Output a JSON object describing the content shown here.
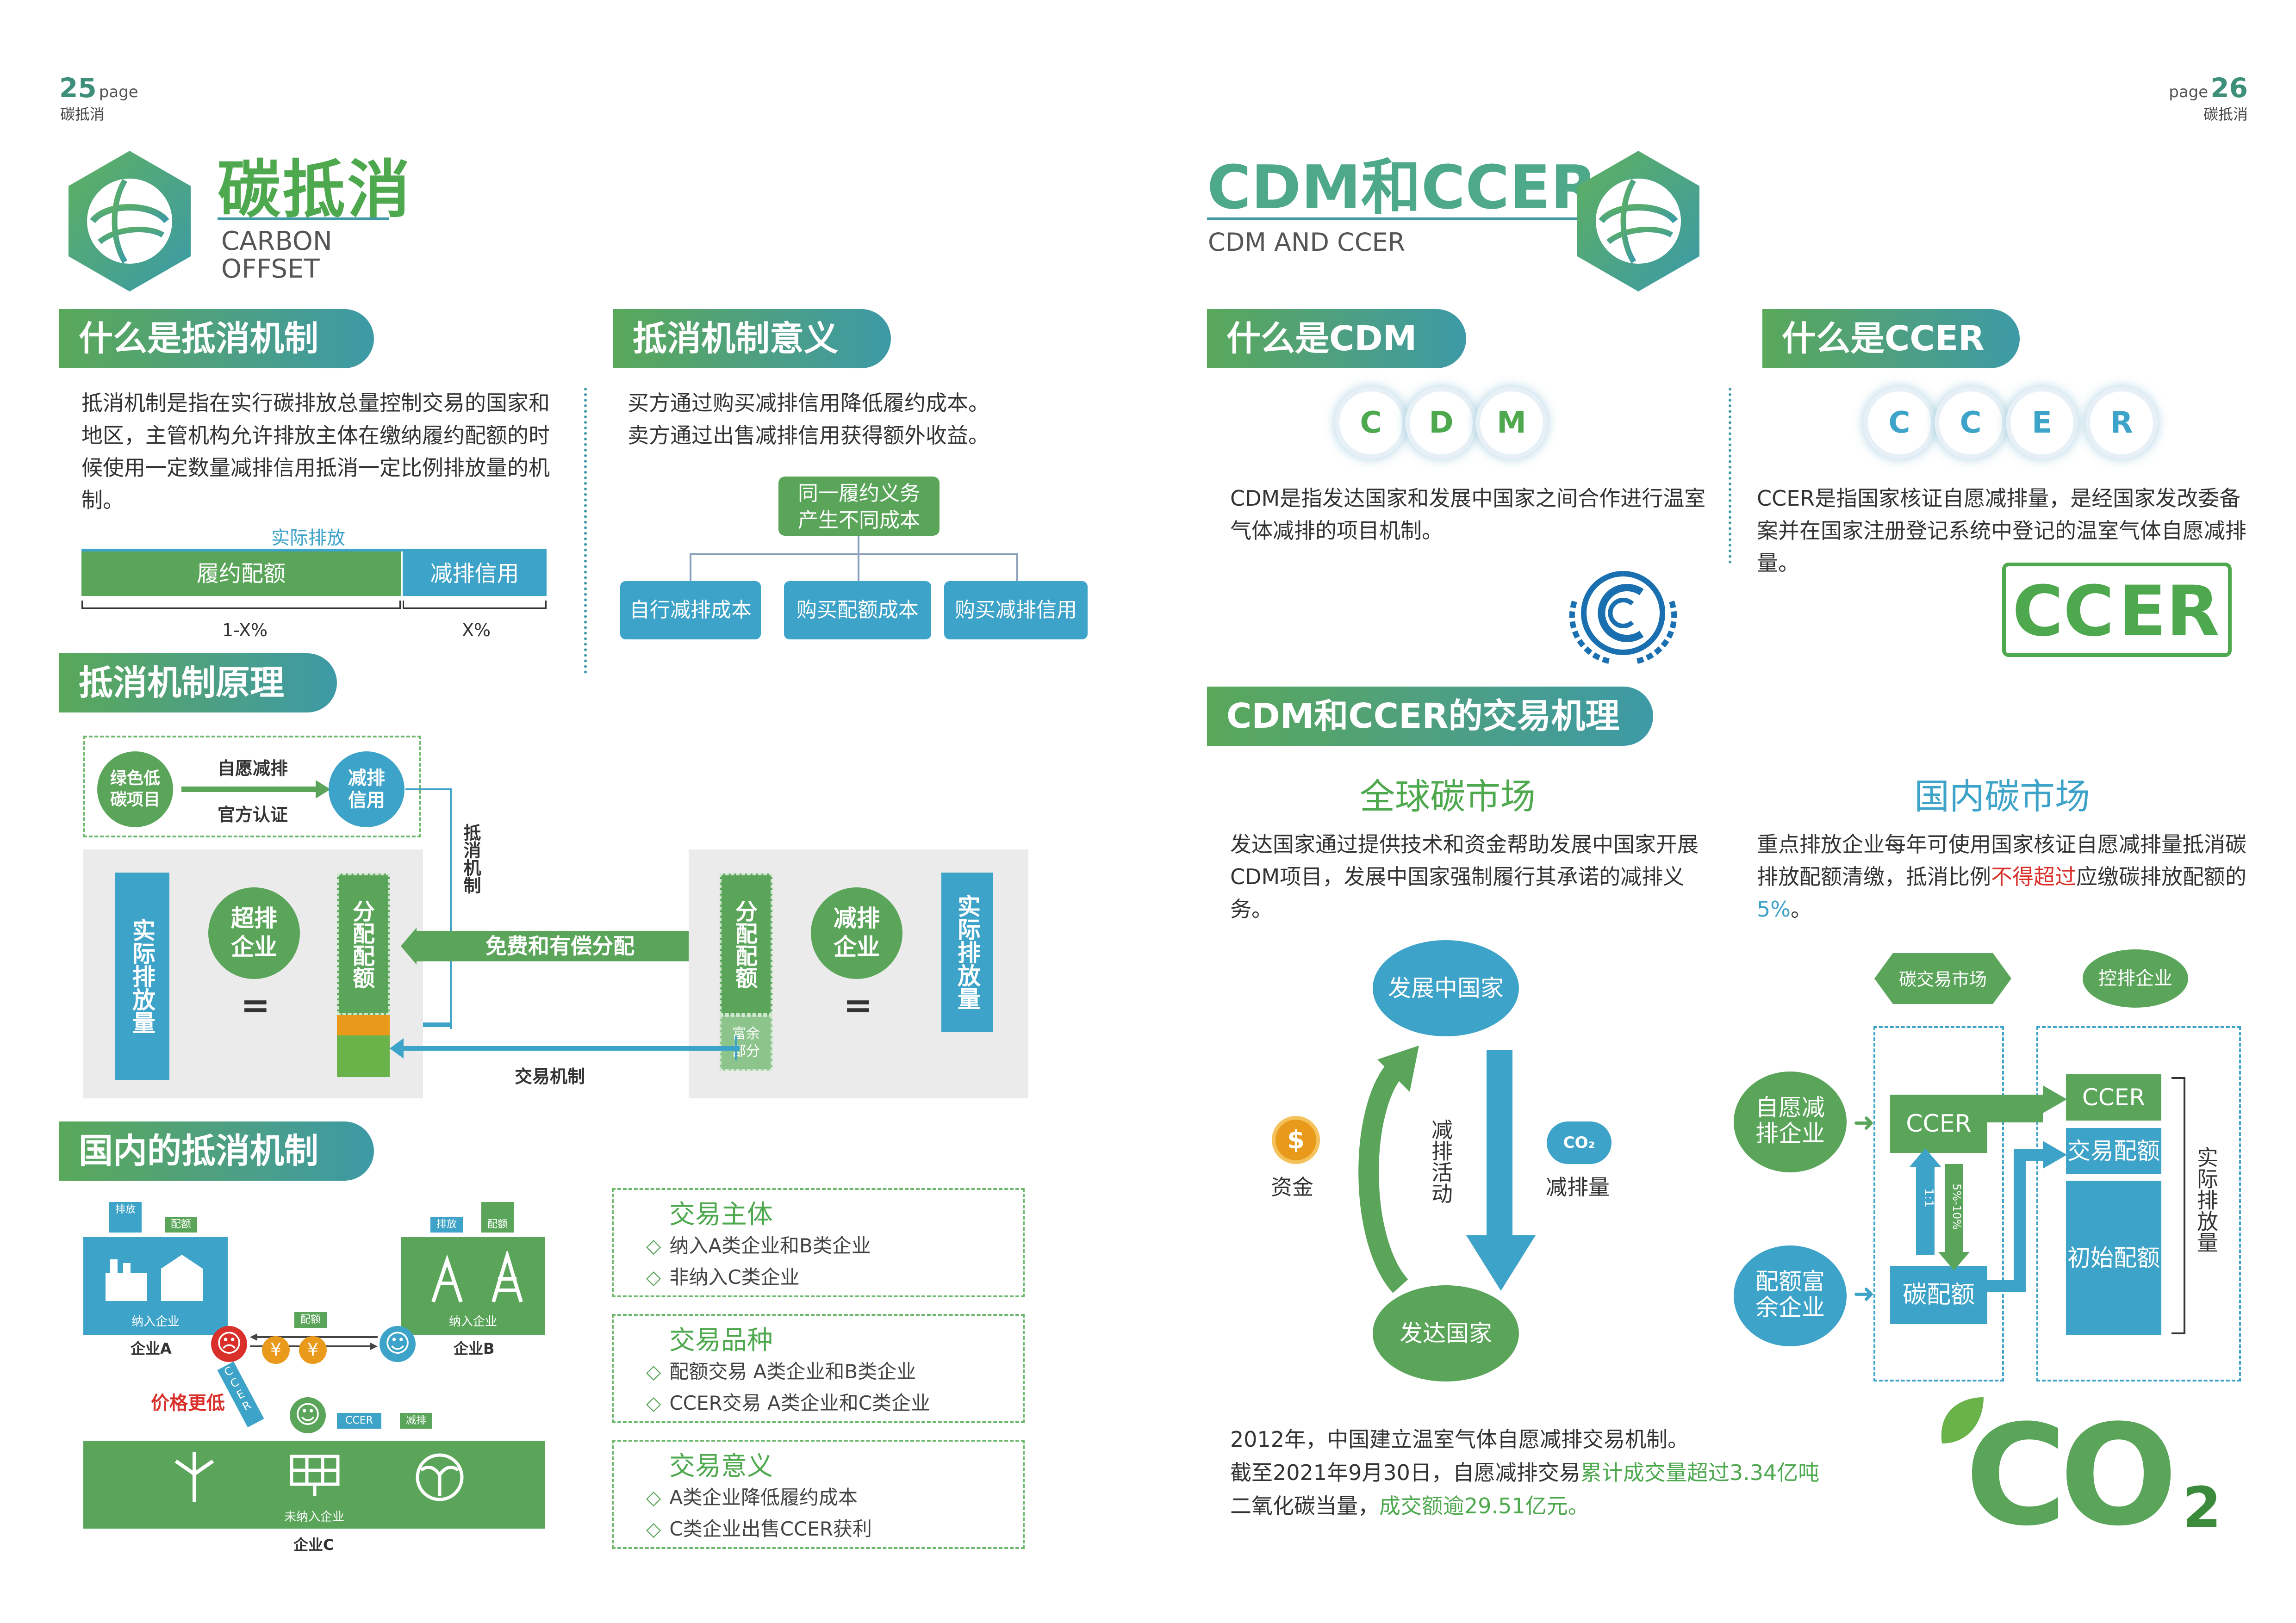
{
  "header": {
    "left_page_num": "25",
    "left_page_word": "page",
    "left_section": "碳抵消",
    "right_page_num": "26",
    "right_page_word": "page",
    "right_section": "碳抵消"
  },
  "left": {
    "title": "碳抵消",
    "subtitle_line1": "CARBON",
    "subtitle_line2": "OFFSET",
    "what": {
      "heading": "什么是抵消机制",
      "text": "抵消机制是指在实行碳排放总量控制交易的国家和地区，主管机构允许排放主体在缴纳履约配额的时候使用一定数量减排信用抵消一定比例排放量的机制。",
      "bar_top": "实际排放",
      "bar_left": "履约配额",
      "bar_right": "减排信用",
      "bar_left_pct": "1-X%",
      "bar_right_pct": "X%"
    },
    "meaning": {
      "heading": "抵消机制意义",
      "line1": "买方通过购买减排信用降低履约成本。",
      "line2": "卖方通过出售减排信用获得额外收益。",
      "root_line1": "同一履约义务",
      "root_line2": "产生不同成本",
      "branches": [
        "自行减排成本",
        "购买配额成本",
        "购买减排信用"
      ]
    },
    "principle": {
      "heading": "抵消机制原理",
      "green_project_line1": "绿色低",
      "green_project_line2": "碳项目",
      "arrow_top": "自愿减排",
      "arrow_bottom": "官方认证",
      "credit_line1": "减排",
      "credit_line2": "信用",
      "offset_mech": "抵消机制",
      "actual_emission": "实际排放量",
      "over_line1": "超排",
      "over_line2": "企业",
      "equals": "=",
      "allocation": "分配配额",
      "free_paid": "免费和有偿分配",
      "reduce_line1": "减排",
      "reduce_line2": "企业",
      "surplus_line1": "富余",
      "surplus_line2": "部分",
      "trade_mech": "交易机制"
    },
    "domestic": {
      "heading": "国内的抵消机制",
      "tag_emission": "排放",
      "tag_quota": "配额",
      "included_label": "纳入企业",
      "company_a": "企业A",
      "company_b": "企业B",
      "quota_arrow": "配额",
      "price_high": "价格更低",
      "ccer_tag": "CCER",
      "tag_ccer": "CCER",
      "tag_reduce": "减排",
      "not_included_label": "未纳入企业",
      "company_c": "企业C",
      "yen": "¥",
      "sad": "☹",
      "smile": "☺"
    },
    "boxes": [
      {
        "title": "交易主体",
        "items": [
          "纳入A类企业和B类企业",
          "非纳入C类企业"
        ]
      },
      {
        "title": "交易品种",
        "items": [
          "配额交易 A类企业和B类企业",
          "CCER交易 A类企业和C类企业"
        ]
      },
      {
        "title": "交易意义",
        "items": [
          "A类企业降低履约成本",
          "C类企业出售CCER获利"
        ]
      }
    ]
  },
  "right": {
    "title": "CDM和CCER",
    "subtitle": "CDM AND CCER",
    "cdm": {
      "heading": "什么是CDM",
      "letters": [
        "C",
        "D",
        "M"
      ],
      "text": "CDM是指发达国家和发展中国家之间合作进行温室气体减排的项目机制。"
    },
    "ccer": {
      "heading": "什么是CCER",
      "letters": [
        "C",
        "C",
        "E",
        "R"
      ],
      "text": "CCER是指国家核证自愿减排量，是经国家发改委备案并在国家注册登记系统中登记的温室气体自愿减排量。",
      "logo_left": "CC",
      "logo_right": "ER"
    },
    "mechanism": {
      "heading": "CDM和CCER的交易机理",
      "global_title": "全球碳市场",
      "global_text": "发达国家通过提供技术和资金帮助发展中国家开展CDM项目，发展中国家强制履行其承诺的减排义务。",
      "developing": "发展中国家",
      "developed": "发达国家",
      "funds": "资金",
      "reduction_activity": "减排活动",
      "reduction_amount": "减排量",
      "co2_badge": "CO₂",
      "coin": "$",
      "domestic_title": "国内碳市场",
      "domestic_text_pre": "重点排放企业每年可使用国家核证自愿减排量抵消碳排放配额清缴，抵消比例",
      "domestic_text_hl1": "不得超过",
      "domestic_text_mid": "应缴碳排放配额的",
      "domestic_text_hl2": "5%",
      "domestic_text_end": "。",
      "market_diamond": "碳交易市场",
      "control_company": "控排企业",
      "voluntary_line1": "自愿减",
      "voluntary_line2": "排企业",
      "surplus_line1": "配额富",
      "surplus_line2": "余企业",
      "ccer_box": "CCER",
      "carbon_quota": "碳配额",
      "ratio_1": "1:1",
      "ratio_2": "5%-10%",
      "stack": [
        "CCER",
        "交易配额",
        "初始配额"
      ],
      "actual_emission": "实际排放量",
      "history_line1": "2012年，中国建立温室气体自愿减排交易机制。",
      "history_line2_pre": "截至2021年9月30日，自愿减排交易",
      "history_line2_hl": "累计成交量超过3.34亿吨",
      "history_line3_pre": "二氧化碳当量，",
      "history_line3_hl": "成交额逾29.51亿元。",
      "co2_big": "CO",
      "co2_sub": "2"
    }
  },
  "colors": {
    "green": "#5aa55a",
    "blue": "#3ea3c8",
    "teal": "#3d9aa6",
    "red": "#d9302c",
    "orange": "#e99a1b"
  }
}
